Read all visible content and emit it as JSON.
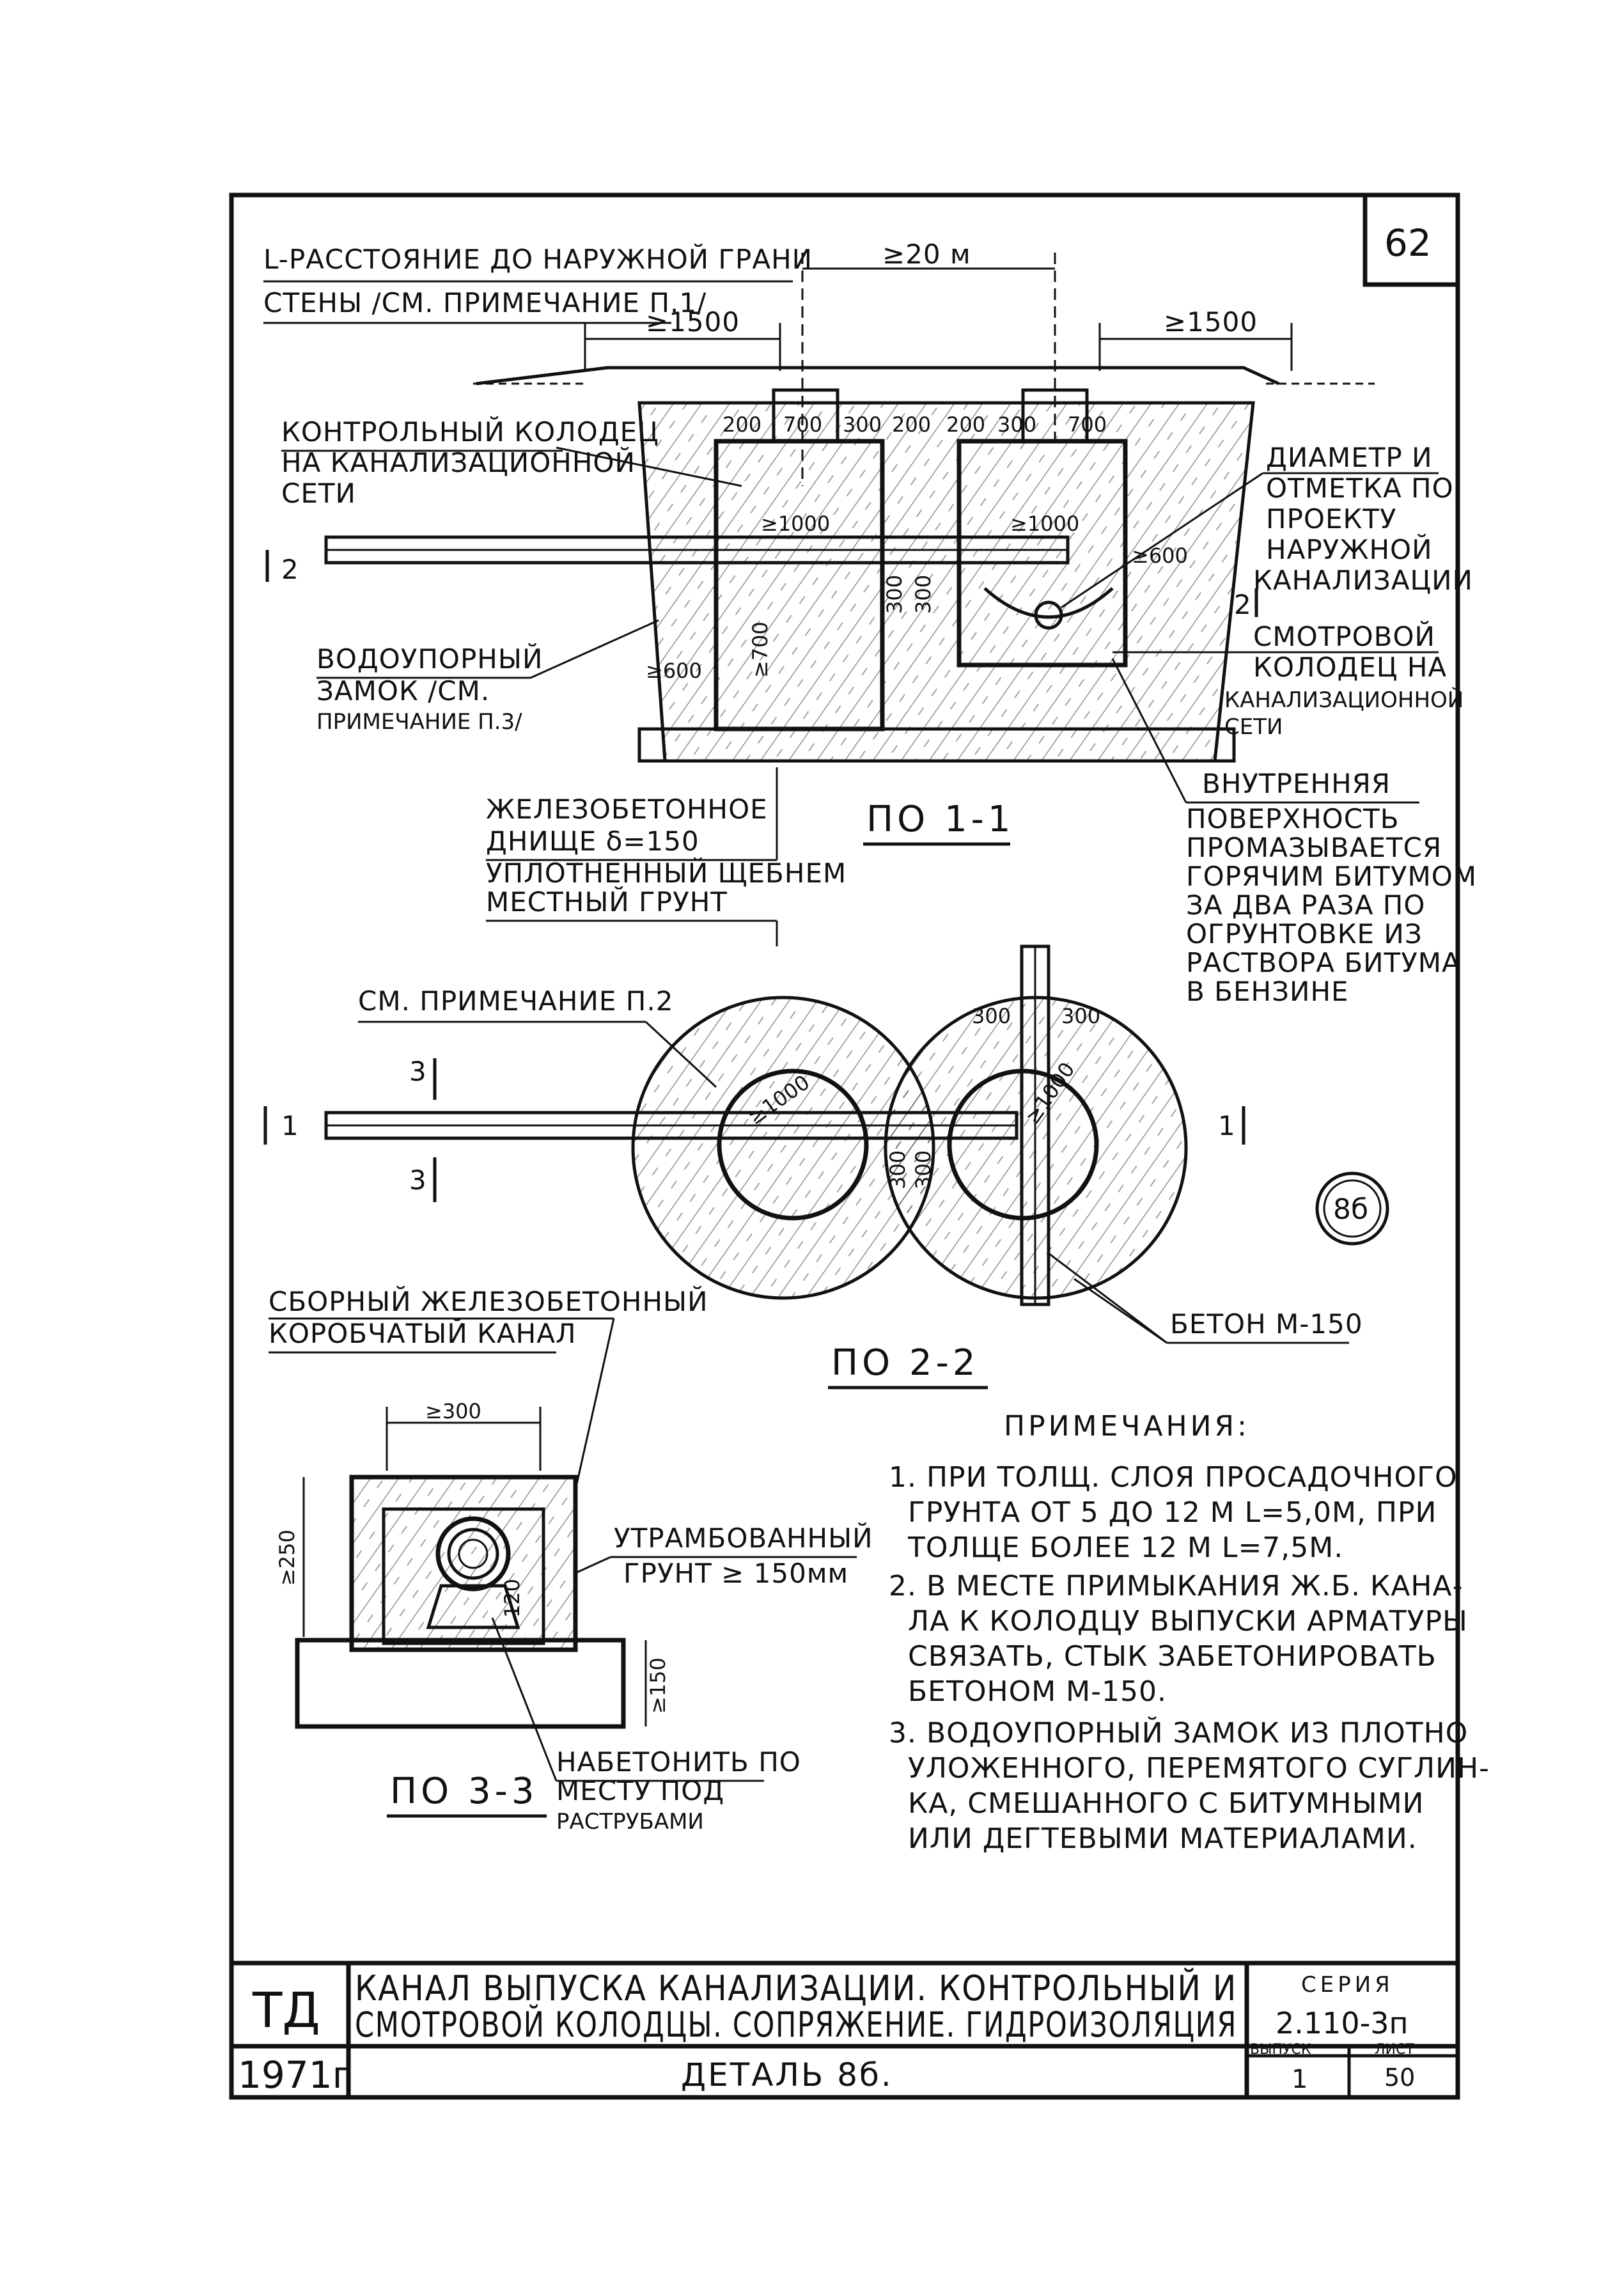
{
  "sheet": {
    "page_number": "62",
    "detail_circle": "8б"
  },
  "top_notes": {
    "distance_def_1": "L-РАССТОЯНИЕ ДО НАРУЖНОЙ ГРАНИ",
    "distance_def_2": "СТЕНЫ /СМ. ПРИМЕЧАНИЕ П.1/",
    "dim_20m": "≥20 м",
    "dim_1500_left": "≥1500",
    "dim_1500_right": "≥1500"
  },
  "section_1_1": {
    "label": "ПО 1-1",
    "control_well_1": "КОНТРОЛЬНЫЙ КОЛОДЕЦ",
    "control_well_2": "НА КАНАЛИЗАЦИОННОЙ",
    "control_well_3": "СЕТИ",
    "diameter_1": "ДИАМЕТР И",
    "diameter_2": "ОТМЕТКА ПО",
    "diameter_3": "ПРОЕКТУ",
    "diameter_4": "НАРУЖНОЙ",
    "diameter_5": "КАНАЛИЗАЦИИ",
    "inspection_1": "СМОТРОВОЙ",
    "inspection_2": "КОЛОДЕЦ НА",
    "inspection_3": "КАНАЛИЗАЦИОННОЙ",
    "inspection_4": "СЕТИ",
    "waterproof_1": "ВОДОУПОРНЫЙ",
    "waterproof_2": "ЗАМОК /СМ.",
    "waterproof_3": "ПРИМЕЧАНИЕ П.3/",
    "bottom_1": "ЖЕЛЕЗОБЕТОННОЕ",
    "bottom_2": "ДНИЩЕ δ=150",
    "bottom_3": "УПЛОТНЕННЫЙ ЩЕБНЕМ",
    "bottom_4": "МЕСТНЫЙ ГРУНТ",
    "inner_1": "ВНУТРЕННЯЯ",
    "inner_2": "ПОВЕРХНОСТЬ",
    "inner_3": "ПРОМАЗЫВАЕТСЯ",
    "inner_4": "ГОРЯЧИМ БИТУМОМ",
    "inner_5": "ЗА ДВА РАЗА ПО",
    "inner_6": "ОГРУНТОВКЕ ИЗ",
    "inner_7": "РАСТВОРА БИТУМА",
    "inner_8": "В БЕНЗИНЕ",
    "dims": {
      "d200a": "200",
      "d700a": "700",
      "d300a": "300",
      "d200b": "200",
      "d200c": "200",
      "d300b": "300",
      "d700b": "700",
      "d1000a": "≥1000",
      "d1000b": "≥1000",
      "d600a": "≥600",
      "d600b": "≥600",
      "d700c": "≥700",
      "d300c": "300",
      "d300d": "300"
    },
    "mark_2_left": "2",
    "mark_2_right": "2"
  },
  "section_2_2": {
    "label": "ПО 2-2",
    "see_note": "СМ. ПРИМЕЧАНИЕ П.2",
    "concrete": "БЕТОН М-150",
    "mark_1_left": "1",
    "mark_1_right": "1",
    "mark_3_top": "3",
    "mark_3_bottom": "3",
    "dims": {
      "d300a": "300",
      "d300b": "300",
      "d1000a": "≥1000",
      "d1000b": "≥1000",
      "d300c": "300",
      "d300d": "300"
    }
  },
  "section_3_3": {
    "label": "ПО 3-3",
    "channel_1": "СБОРНЫЙ ЖЕЛЕЗОБЕТОННЫЙ",
    "channel_2": "КОРОБЧАТЫЙ КАНАЛ",
    "tamped_1": "УТРАМБОВАННЫЙ",
    "tamped_2": "ГРУНТ ≥ 150мм",
    "concrete_1": "НАБЕТОНИТЬ ПО",
    "concrete_2": "МЕСТУ ПОД",
    "concrete_3": "РАСТРУБАМИ",
    "dims": {
      "d300": "≥300",
      "d250": "≥250",
      "d120": "120",
      "d150": "≥150"
    }
  },
  "notes": {
    "heading": "ПРИМЕЧАНИЯ:",
    "lines": [
      "1. ПРИ ТОЛЩ. СЛОЯ ПРОСАДОЧНОГО",
      "ГРУНТА ОТ 5 ДО 12 М L=5,0М, ПРИ",
      "ТОЛЩЕ БОЛЕЕ 12 М L=7,5М.",
      "2. В МЕСТЕ ПРИМЫКАНИЯ Ж.Б. КАНА-",
      "ЛА К КОЛОДЦУ ВЫПУСКИ АРМАТУРЫ",
      "СВЯЗАТЬ, СТЫК ЗАБЕТОНИРОВАТЬ",
      "БЕТОНОМ М-150.",
      "3. ВОДОУПОРНЫЙ ЗАМОК ИЗ ПЛОТНО",
      "УЛОЖЕННОГО, ПЕРЕМЯТОГО СУГЛИН-",
      "КА, СМЕШАННОГО С БИТУМНЫМИ",
      "ИЛИ ДЕГТЕВЫМИ МАТЕРИАЛАМИ."
    ]
  },
  "title_block": {
    "org": "ТД",
    "year": "1971г",
    "title_1": "КАНАЛ ВЫПУСКА КАНАЛИЗАЦИИ. КОНТРОЛЬНЫЙ И",
    "title_2": "СМОТРОВОЙ КОЛОДЦЫ. СОПРЯЖЕНИЕ. ГИДРОИЗОЛЯЦИЯ",
    "detail": "ДЕТАЛЬ 8б.",
    "series_label": "СЕРИЯ",
    "series_value": "2.110-3п",
    "issue_label": "ВЫПУСК",
    "issue_value": "1",
    "sheet_label": "ЛИСТ",
    "sheet_value": "50"
  }
}
